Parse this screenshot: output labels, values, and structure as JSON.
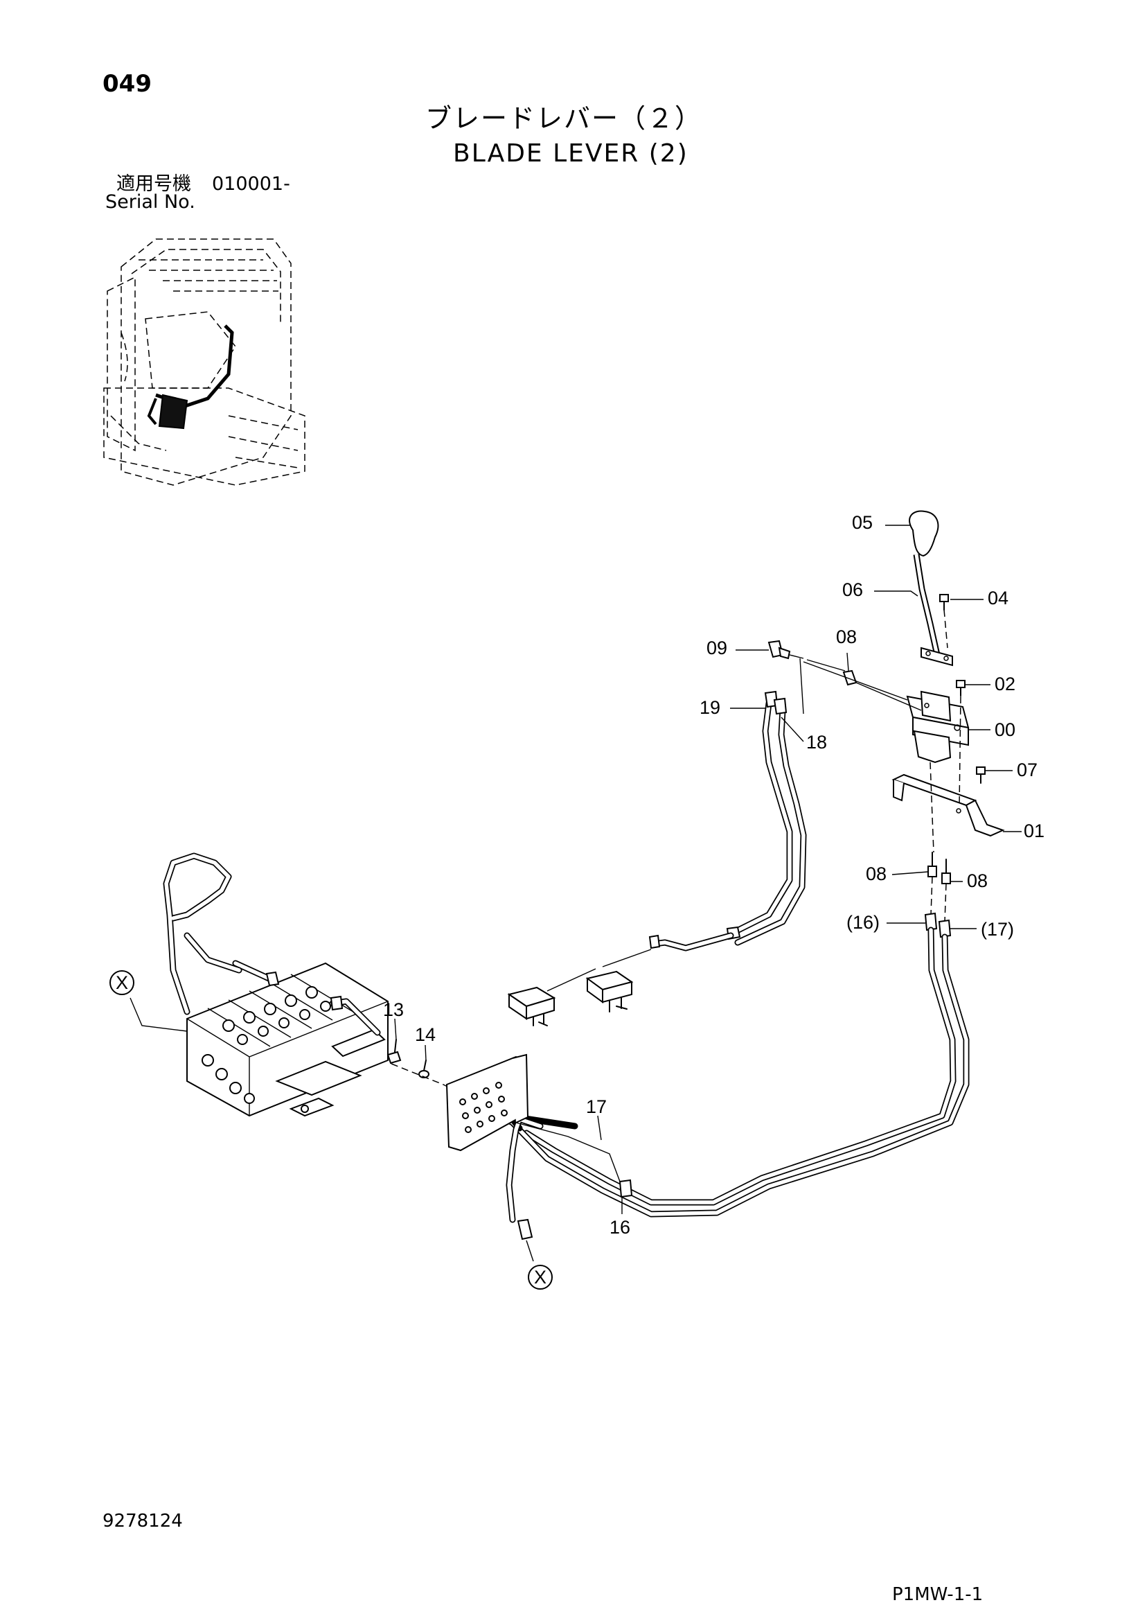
{
  "header": {
    "page_number": "049",
    "title_jp": "ブレードレバー（２）",
    "title_en": "BLADE LEVER (2)",
    "serial_label_jp": "適用号機",
    "serial_value": "010001-",
    "serial_label_en": "Serial No."
  },
  "footer": {
    "document_number": "9278124",
    "page_code": "P1MW-1-1"
  },
  "callouts": {
    "p05": "05",
    "p06": "06",
    "p04": "04",
    "p09": "09",
    "p08_top": "08",
    "p02": "02",
    "p19": "19",
    "p18": "18",
    "p00": "00",
    "p07": "07",
    "p01": "01",
    "p08_left": "08",
    "p08_right": "08",
    "p16_ref": "(16)",
    "p17_ref": "(17)",
    "p13": "13",
    "p14": "14",
    "p17": "17",
    "p16": "16",
    "x_left": "X",
    "x_bottom": "X"
  }
}
